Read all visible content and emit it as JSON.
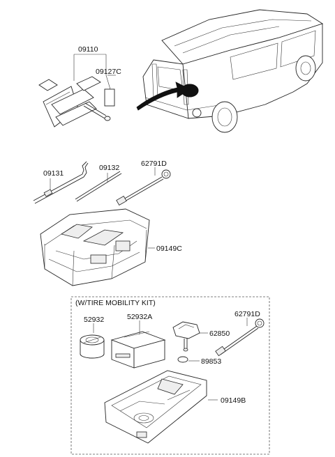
{
  "parts": {
    "p09110": "09110",
    "p09127C": "09127C",
    "p09131": "09131",
    "p09132": "09132",
    "p62791D_top": "62791D",
    "p09149C": "09149C",
    "kit_title": "(W/TIRE MOBILITY KIT)",
    "p52932": "52932",
    "p52932A": "52932A",
    "p62850": "62850",
    "p62791D_kit": "62791D",
    "p89853": "89853",
    "p09149B": "09149B"
  },
  "colors": {
    "line": "#222222",
    "arrow": "#111111",
    "background": "#ffffff"
  }
}
